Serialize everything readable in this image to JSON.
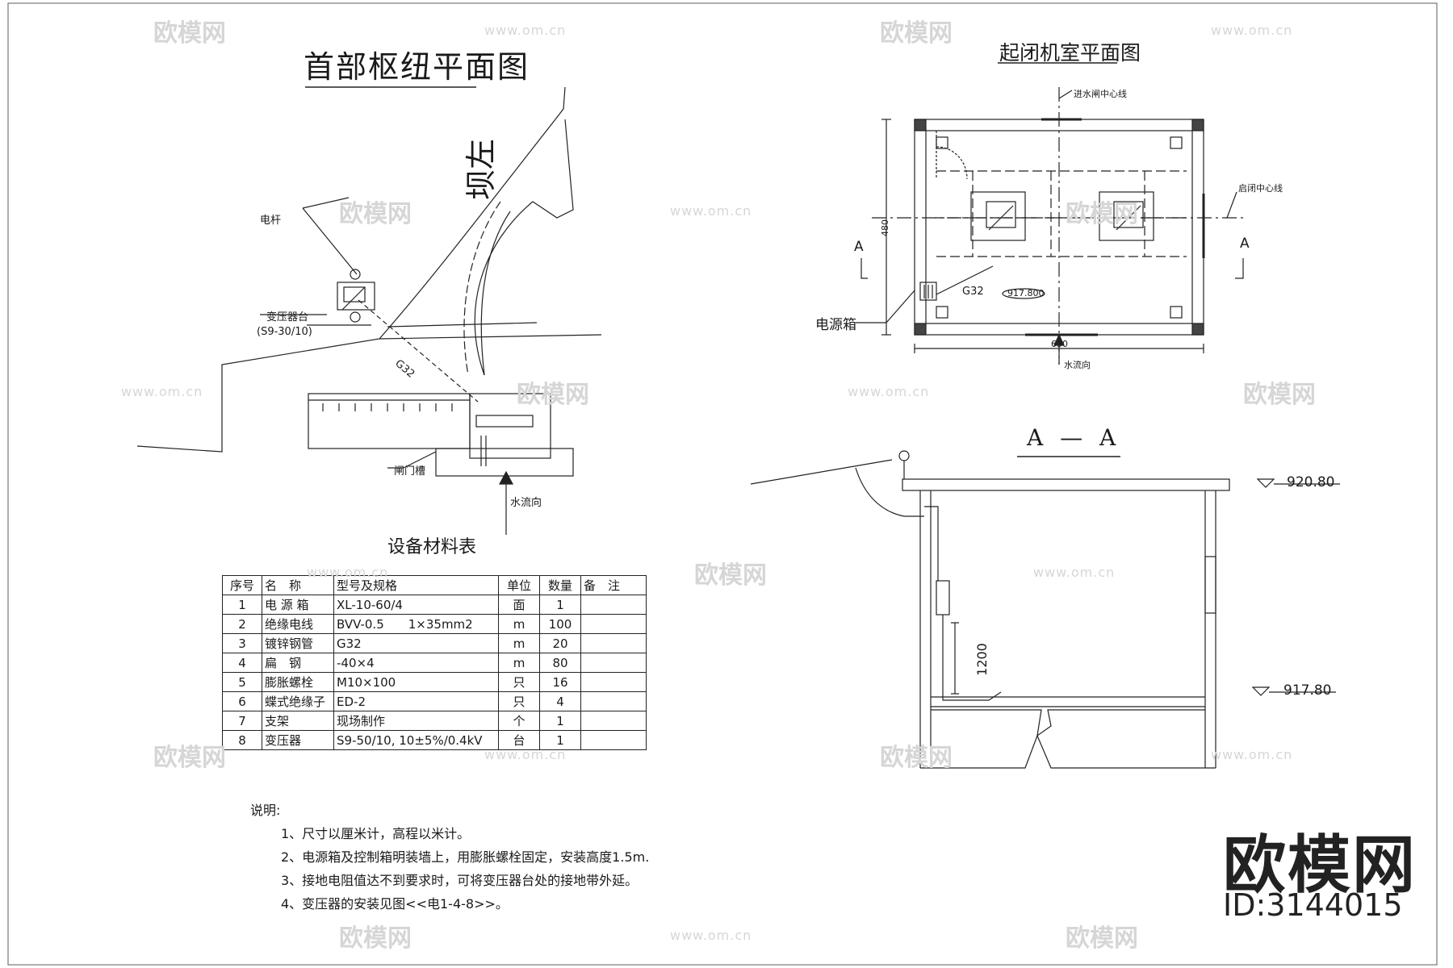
{
  "main_title": "首部枢纽平面图",
  "room_title": "起闭机室平面图",
  "section_title": "A — A",
  "dam_label": "坝左",
  "labels": {
    "pole": "电杆",
    "transformer_platform": "变压器台",
    "transformer_model": "(S9-30/10)",
    "conduit_site": "G32",
    "gate_slot": "闸门槽",
    "flow_direction_site": "水流向",
    "inlet_centerline": "进水闸中心线",
    "hoist_centerline": "启闭中心线",
    "section_mark": "A",
    "conduit_room": "G32",
    "room_elevation": "917.800",
    "power_box": "电源箱",
    "flow_direction_room": "水流向",
    "dim_height": "480",
    "dim_width": "630",
    "install_height": "1200",
    "elev_top": "920.80",
    "elev_floor": "917.80"
  },
  "table": {
    "title": "设备材料表",
    "headers": [
      "序号",
      "名　称",
      "型号及规格",
      "单位",
      "数量",
      "备　注"
    ],
    "rows": [
      [
        "1",
        "电 源 箱",
        "XL-10-60/4",
        "面",
        "1",
        ""
      ],
      [
        "2",
        "绝缘电线",
        "BVV-0.5　　1×35mm2",
        "m",
        "100",
        ""
      ],
      [
        "3",
        "镀锌钢管",
        "G32",
        "m",
        "20",
        ""
      ],
      [
        "4",
        "扁　钢",
        "-40×4",
        "m",
        "80",
        ""
      ],
      [
        "5",
        "膨胀螺栓",
        "M10×100",
        "只",
        "16",
        ""
      ],
      [
        "6",
        "蝶式绝缘子",
        "ED-2",
        "只",
        "4",
        ""
      ],
      [
        "7",
        "支架",
        "现场制作",
        "个",
        "1",
        ""
      ],
      [
        "8",
        "变压器",
        "S9-50/10, 10±5%/0.4kV",
        "台",
        "1",
        ""
      ]
    ]
  },
  "notes": {
    "heading": "说明:",
    "items": [
      "1、尺寸以厘米计，高程以米计。",
      "2、电源箱及控制箱明装墙上，用膨胀螺栓固定，安装高度1.5m.",
      "3、接地电阻值达不到要求时，可将变压器台处的接地带外延。",
      "4、变压器的安装见图<<电1-4-8>>。"
    ]
  },
  "brand": {
    "name": "欧模网",
    "id": "ID:3144015",
    "watermark": "欧模网",
    "watermark_url": "www.om.cn"
  }
}
